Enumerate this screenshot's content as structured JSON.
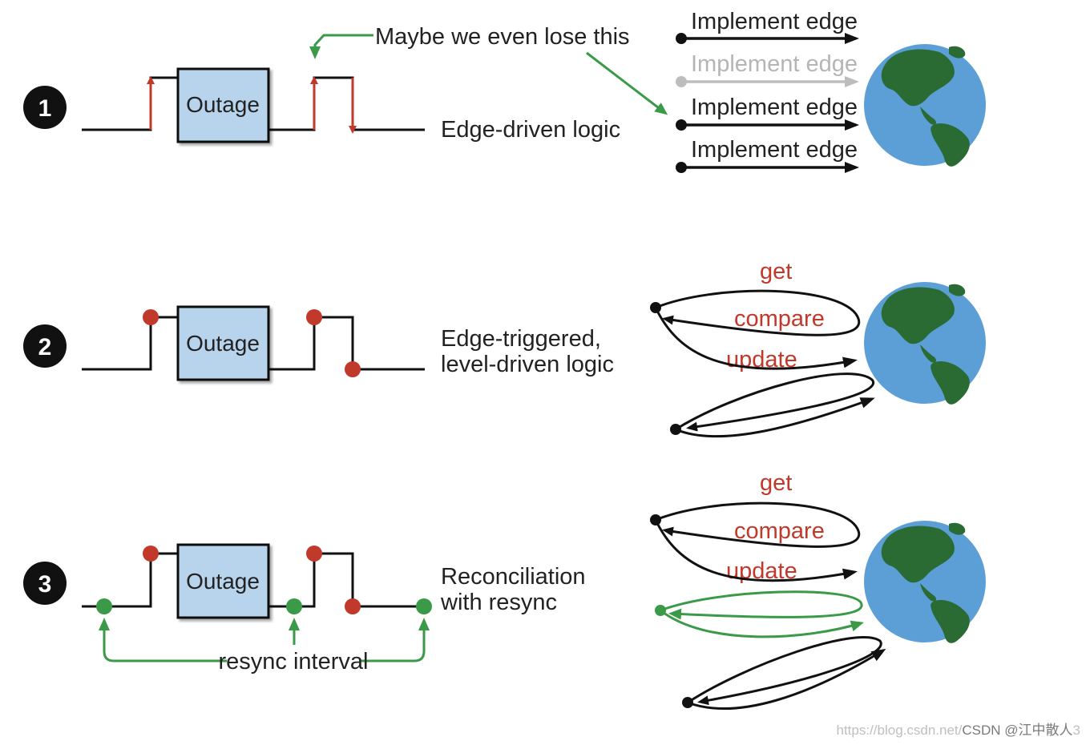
{
  "header_fragment": "",
  "diagram": {
    "rows": [
      {
        "number": "1",
        "box_label": "Outage",
        "logic_lines": [
          "Edge-driven logic"
        ],
        "note": "Maybe we even lose this",
        "right_labels": [
          "Implement edge",
          "Implement edge",
          "Implement edge",
          "Implement edge"
        ]
      },
      {
        "number": "2",
        "box_label": "Outage",
        "logic_lines": [
          "Edge-triggered,",
          "level-driven logic"
        ],
        "right_labels": [
          "get",
          "compare",
          "update"
        ]
      },
      {
        "number": "3",
        "box_label": "Outage",
        "logic_lines": [
          "Reconciliation",
          "with resync"
        ],
        "interval_label": "resync interval",
        "right_labels": [
          "get",
          "compare",
          "update"
        ]
      }
    ]
  },
  "watermark": {
    "url": "https://blog.csdn.net/",
    "brand": "CSDN @江中散人",
    "tail": "3"
  },
  "colors": {
    "line": "#111111",
    "red": "#c0392b",
    "green": "#3a9a48",
    "box_fill": "#b8d3ec",
    "faded": "#bdbdbd",
    "ocean": "#5b9fd6",
    "land": "#2a6a33"
  }
}
